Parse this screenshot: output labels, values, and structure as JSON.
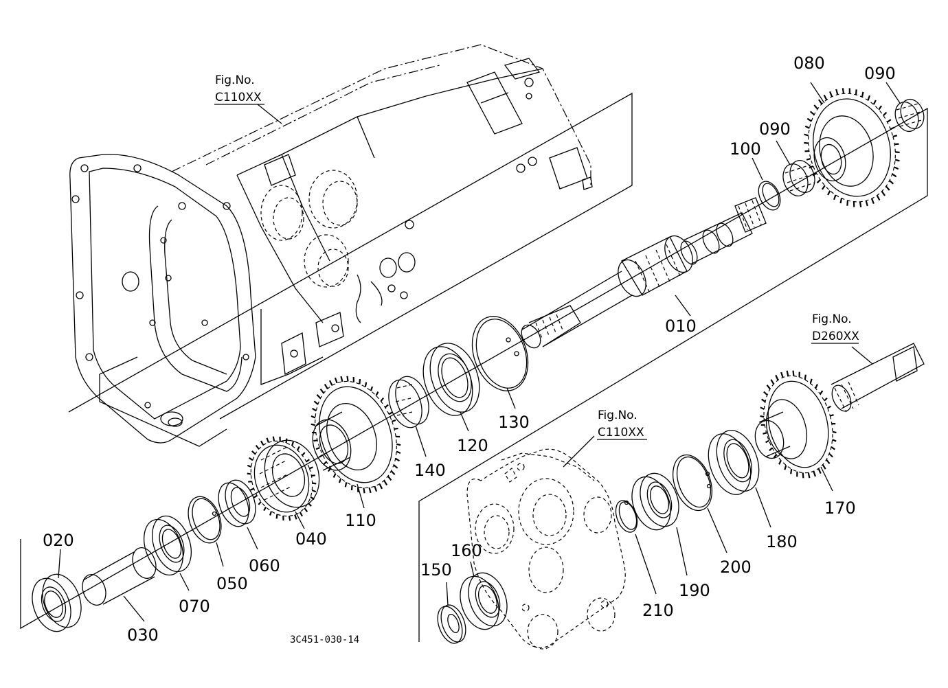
{
  "parts": [
    {
      "id": "p010",
      "label": "010"
    },
    {
      "id": "p020",
      "label": "020"
    },
    {
      "id": "p030",
      "label": "030"
    },
    {
      "id": "p040",
      "label": "040"
    },
    {
      "id": "p050",
      "label": "050"
    },
    {
      "id": "p060",
      "label": "060"
    },
    {
      "id": "p070",
      "label": "070"
    },
    {
      "id": "p080",
      "label": "080"
    },
    {
      "id": "p090a",
      "label": "090"
    },
    {
      "id": "p090b",
      "label": "090"
    },
    {
      "id": "p100",
      "label": "100"
    },
    {
      "id": "p110",
      "label": "110"
    },
    {
      "id": "p120",
      "label": "120"
    },
    {
      "id": "p130",
      "label": "130"
    },
    {
      "id": "p140",
      "label": "140"
    },
    {
      "id": "p150",
      "label": "150"
    },
    {
      "id": "p160",
      "label": "160"
    },
    {
      "id": "p170",
      "label": "170"
    },
    {
      "id": "p180",
      "label": "180"
    },
    {
      "id": "p190",
      "label": "190"
    },
    {
      "id": "p200",
      "label": "200"
    },
    {
      "id": "p210",
      "label": "210"
    }
  ],
  "figure_refs": [
    {
      "id": "ref1",
      "line1": "Fig.No.",
      "line2": "C110XX"
    },
    {
      "id": "ref2",
      "line1": "Fig.No.",
      "line2": "D260XX"
    },
    {
      "id": "ref3",
      "line1": "Fig.No.",
      "line2": "C110XX"
    }
  ],
  "drawing_code": "3C451-030-14"
}
